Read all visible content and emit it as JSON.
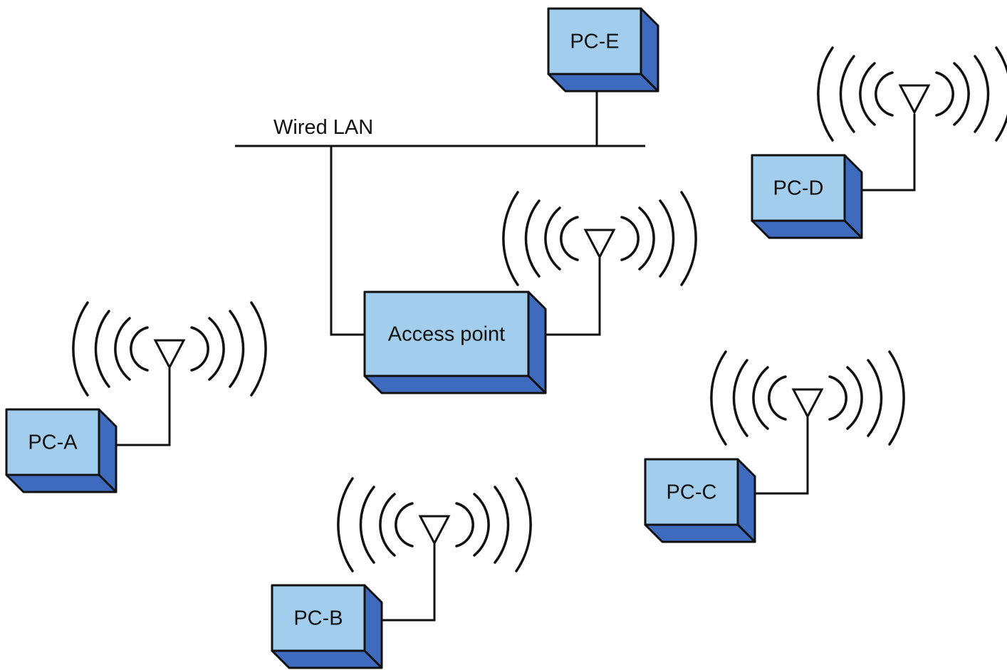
{
  "colors": {
    "box_front": "#a3cdec",
    "box_side": "#3f6bbf",
    "line": "#111111",
    "background": "#ffffff"
  },
  "lan": {
    "label": "Wired LAN"
  },
  "nodes": {
    "access_point": {
      "label": "Access point"
    },
    "pc_a": {
      "label": "PC-A"
    },
    "pc_b": {
      "label": "PC-B"
    },
    "pc_c": {
      "label": "PC-C"
    },
    "pc_d": {
      "label": "PC-D"
    },
    "pc_e": {
      "label": "PC-E"
    }
  },
  "connections": [
    {
      "from": "pc_e",
      "to": "lan",
      "medium": "wired"
    },
    {
      "from": "access_point",
      "to": "lan",
      "medium": "wired"
    },
    {
      "from": "pc_a",
      "to": "access_point",
      "medium": "wireless"
    },
    {
      "from": "pc_b",
      "to": "access_point",
      "medium": "wireless"
    },
    {
      "from": "pc_c",
      "to": "access_point",
      "medium": "wireless"
    },
    {
      "from": "pc_d",
      "to": "access_point",
      "medium": "wireless"
    }
  ],
  "icons": {
    "antenna": "radio-antenna-icon",
    "box": "network-device-box"
  }
}
